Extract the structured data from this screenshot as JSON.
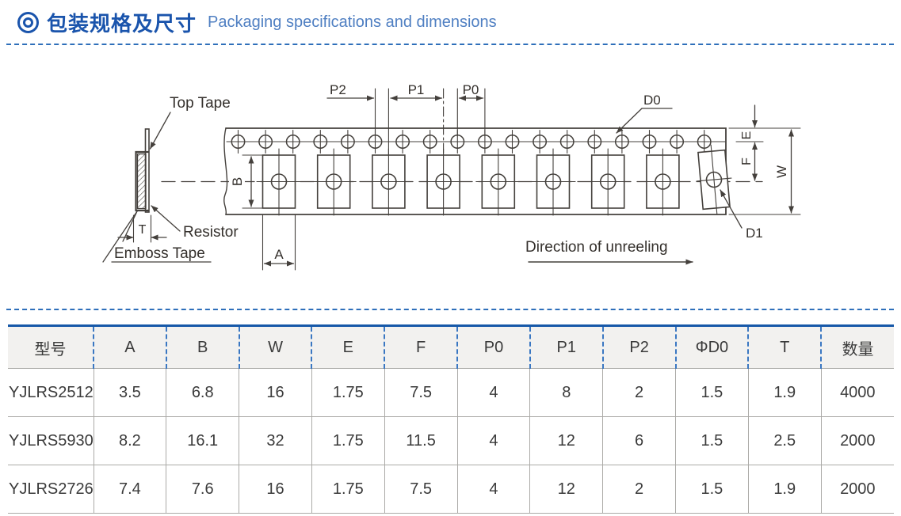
{
  "header": {
    "title_zh": "包装规格及尺寸",
    "title_en": "Packaging specifications and dimensions"
  },
  "diagram": {
    "labels": {
      "top_tape": "Top Tape",
      "resistor": "Resistor",
      "emboss_tape": "Emboss Tape",
      "direction": "Direction of unreeling",
      "t": "T",
      "b": "B",
      "a": "A",
      "p2": "P2",
      "p1": "P1",
      "p0": "P0",
      "d0": "D0",
      "d1": "D1",
      "e": "E",
      "f": "F",
      "w": "W"
    }
  },
  "table": {
    "columns": [
      "型号",
      "A",
      "B",
      "W",
      "E",
      "F",
      "P0",
      "P1",
      "P2",
      "ΦD0",
      "T",
      "数量"
    ],
    "rows": [
      [
        "YJLRS2512",
        "3.5",
        "6.8",
        "16",
        "1.75",
        "7.5",
        "4",
        "8",
        "2",
        "1.5",
        "1.9",
        "4000"
      ],
      [
        "YJLRS5930",
        "8.2",
        "16.1",
        "32",
        "1.75",
        "11.5",
        "4",
        "12",
        "6",
        "1.5",
        "2.5",
        "2000"
      ],
      [
        "YJLRS2726",
        "7.4",
        "7.6",
        "16",
        "1.75",
        "7.5",
        "4",
        "12",
        "2",
        "1.5",
        "1.9",
        "2000"
      ]
    ]
  },
  "colors": {
    "accent_blue": "#1a54ac",
    "accent_blue_light": "#4f7fc2",
    "dashed_blue": "#2e6fba",
    "table_top_border": "#1658a8",
    "table_grid_gray": "#abaaa7",
    "header_row_bg": "#f2f1ef",
    "diagram_line": "#44403c",
    "text_dark": "#3a3a3a"
  }
}
